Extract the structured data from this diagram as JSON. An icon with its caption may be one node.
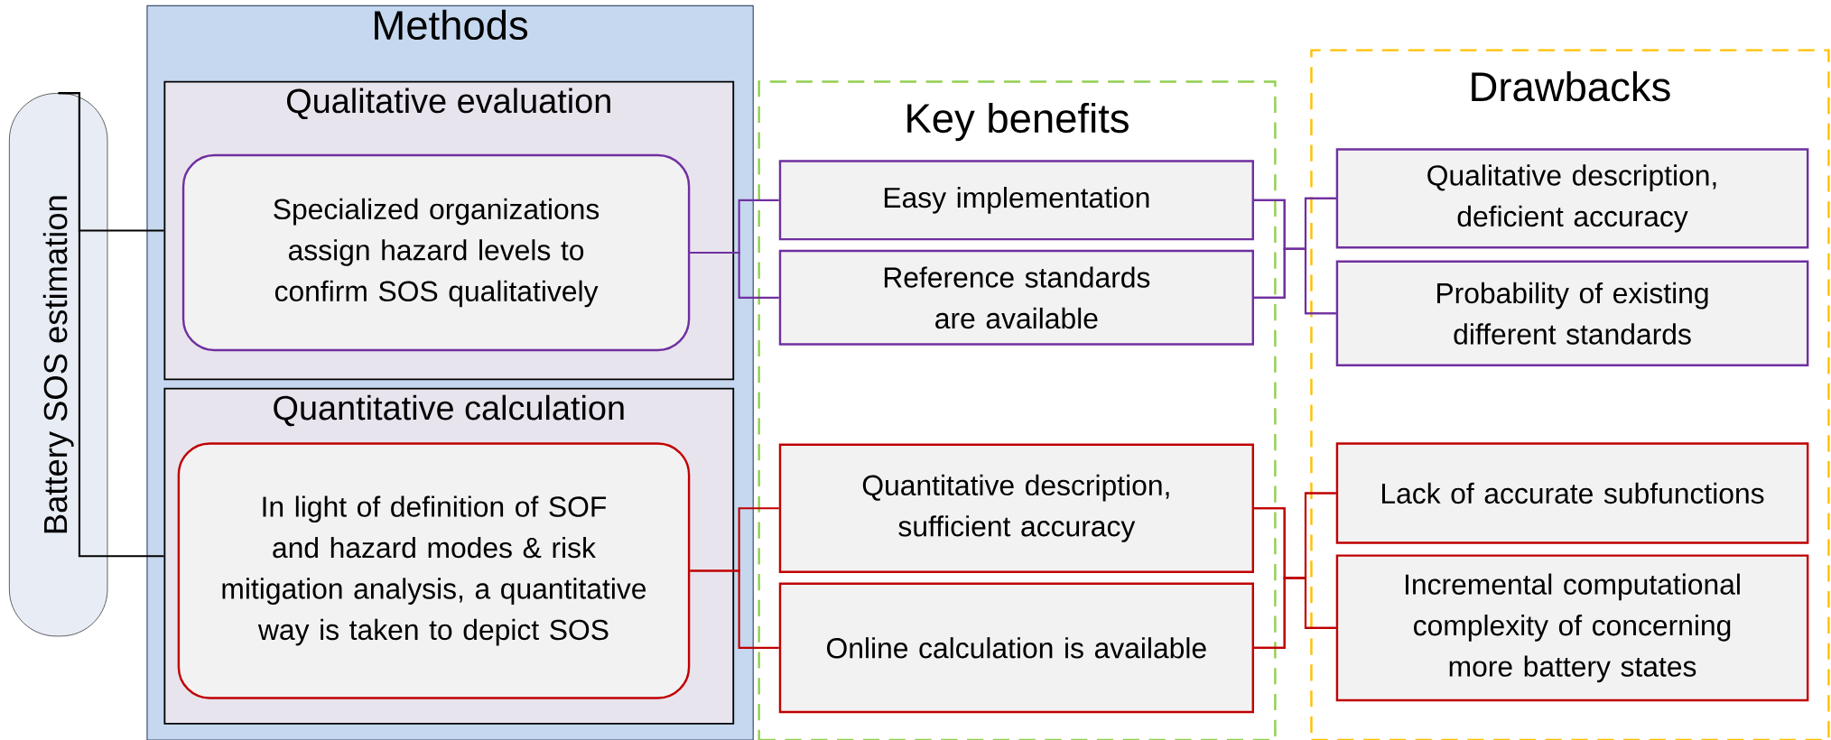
{
  "diagram": {
    "nodes": [
      {
        "text": [
          "Methods"
        ]
      },
      {
        "text": [
          "Qualitative evaluation"
        ],
        "in": 0
      },
      {
        "text": [
          "Specialized organizations assign hazard levels to confirm SOS qualitatively"
        ],
        "in": 1
      },
      {
        "text": [
          "Quantitative calculation"
        ],
        "in": 0
      },
      {
        "text": [
          "In light of definition of SOF and hazard modes & risk mitigation analysis, a quantitative way is taken to depict SOS"
        ],
        "in": 3
      },
      {
        "text": [
          "Key benefits"
        ]
      },
      {
        "text": [
          "Easy implementation"
        ],
        "in": 5
      },
      {
        "text": [
          "Reference standards are available"
        ],
        "in": 5
      },
      {
        "text": [
          "Quantitative description, sufficient accuracy"
        ],
        "in": 5
      },
      {
        "text": [
          "Online calculation is available"
        ],
        "in": 5
      },
      {
        "text": [
          "Drawbacks"
        ]
      },
      {
        "text": [
          "Qualitative description, deficient accuracy"
        ],
        "in": 10
      },
      {
        "text": [
          "Probability of existing different standards"
        ],
        "in": 10
      },
      {
        "text": [
          "Lack of accurate subfunctions"
        ],
        "in": 10
      },
      {
        "text": [
          "Incremental computational complexity of concerning more battery states"
        ],
        "in": 10
      },
      {
        "text": [
          "Battery SOS estimation"
        ]
      }
    ],
    "edges": [
      {
        "from": 15,
        "to": 1,
        "arrow": "none",
        "color": "#000000"
      },
      {
        "from": 15,
        "to": 3,
        "arrow": "none",
        "color": "#000000"
      },
      {
        "from": 2,
        "to": 6,
        "arrow": "none",
        "color": "#7030a0"
      },
      {
        "from": 2,
        "to": 7,
        "arrow": "none",
        "color": "#7030a0"
      },
      {
        "from": 6,
        "to": 11,
        "arrow": "none",
        "color": "#7030a0"
      },
      {
        "from": 6,
        "to": 12,
        "arrow": "none",
        "color": "#7030a0"
      },
      {
        "from": 7,
        "to": 11,
        "arrow": "none",
        "color": "#7030a0"
      },
      {
        "from": 7,
        "to": 12,
        "arrow": "none",
        "color": "#7030a0"
      },
      {
        "from": 4,
        "to": 8,
        "arrow": "none",
        "color": "#c00000"
      },
      {
        "from": 4,
        "to": 9,
        "arrow": "none",
        "color": "#c00000"
      },
      {
        "from": 8,
        "to": 13,
        "arrow": "none",
        "color": "#c00000"
      },
      {
        "from": 8,
        "to": 14,
        "arrow": "none",
        "color": "#c00000"
      },
      {
        "from": 9,
        "to": 13,
        "arrow": "none",
        "color": "#c00000"
      },
      {
        "from": 9,
        "to": 14,
        "arrow": "none",
        "color": "#c00000"
      }
    ]
  }
}
